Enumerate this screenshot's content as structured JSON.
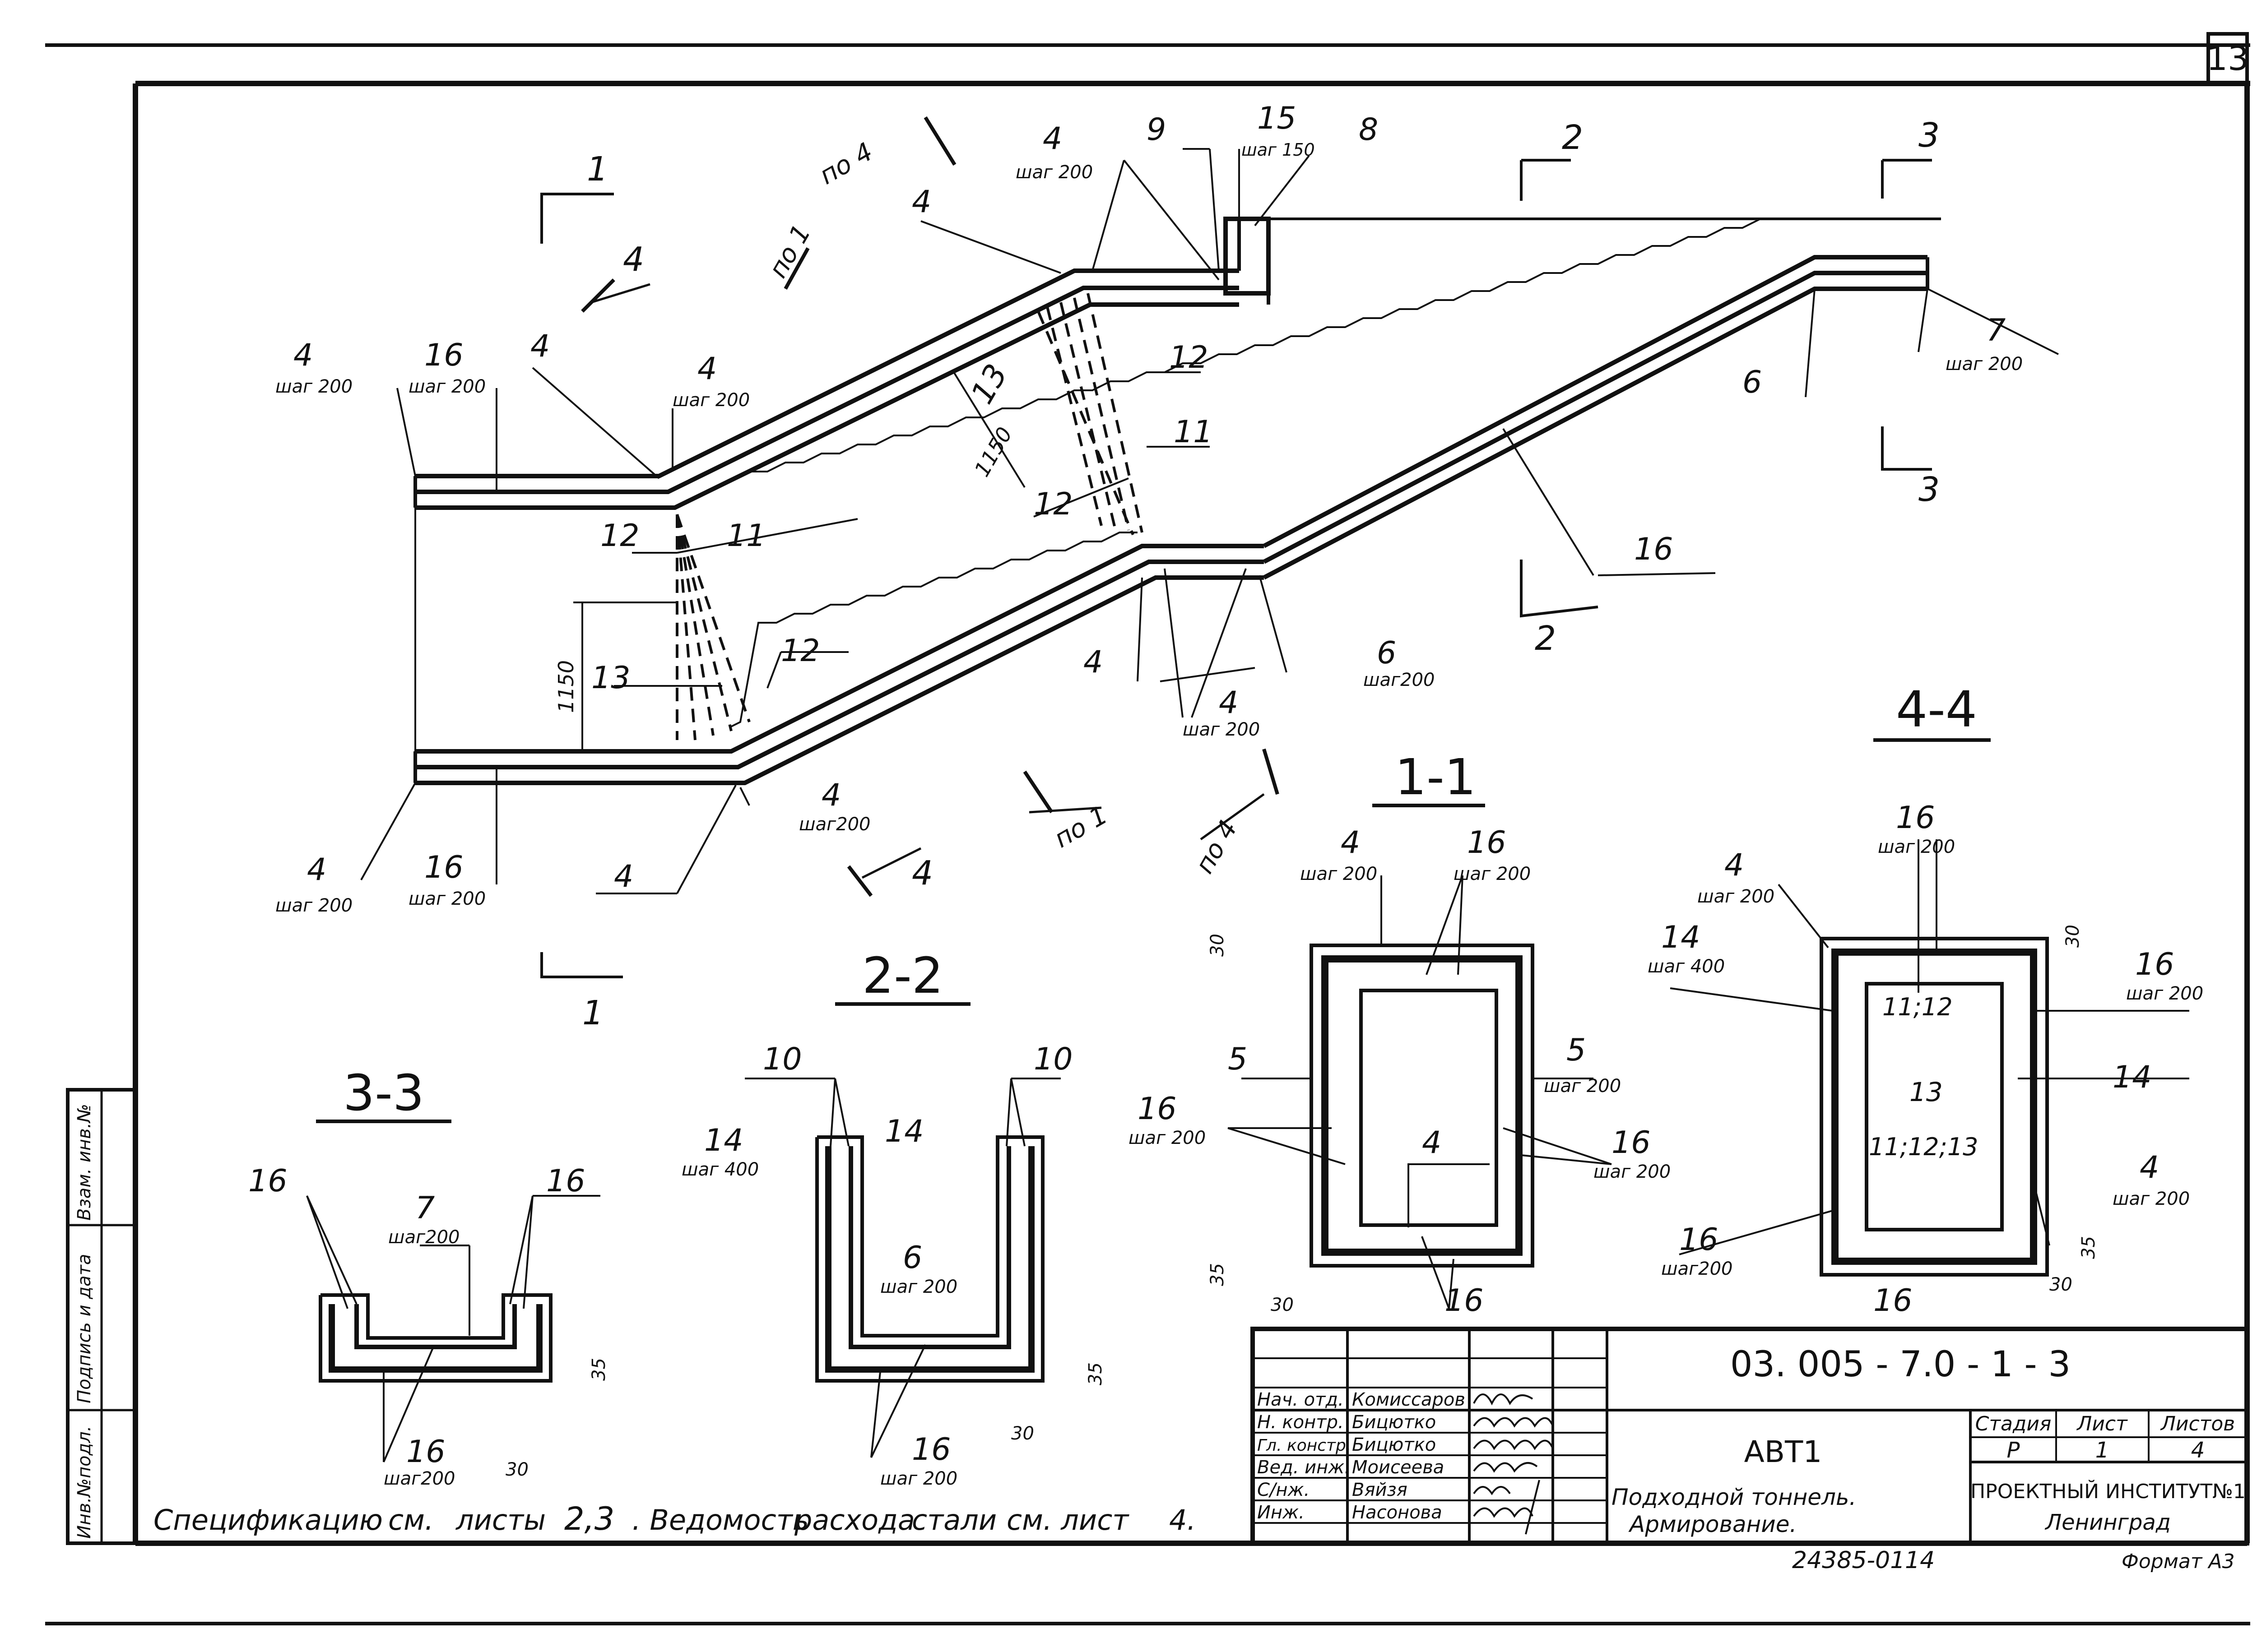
{
  "sheet_number": "13",
  "side_stamp": {
    "inv_podl": "Инв.№подл.",
    "podpis_data": "Подпись и дата",
    "vzam_inv": "Взам. инв.№"
  },
  "main_view": {
    "labels": {
      "po4_top": "по 4",
      "po1_top": "по 1",
      "po1_bottom": "по 1",
      "po4_bottom": "по 4",
      "sec1_top": "1",
      "sec1_bottom": "1",
      "sec2_top": "2",
      "sec2_bottom": "2",
      "sec3_top": "3",
      "sec3_bottom": "3",
      "sec4_left": "4",
      "sec4_bottom": "4",
      "pos4": "4",
      "pos6": "6",
      "pos7": "7",
      "pos8": "8",
      "pos9": "9",
      "pos11": "11",
      "pos12": "12",
      "pos13": "13",
      "pos15": "15",
      "pos16": "16",
      "step200": "шаг 200",
      "step150": "шаг 150",
      "step_200_alt": "шаг200",
      "dim1150": "1150"
    }
  },
  "section_titles": {
    "s11": "1-1",
    "s22": "2-2",
    "s33": "3-3",
    "s44": "4-4"
  },
  "section_labels": {
    "pos4": "4",
    "pos5": "5",
    "pos6": "6",
    "pos7": "7",
    "pos10": "10",
    "pos11_12": "11;12",
    "pos11_12_13": "11;12;13",
    "pos13": "13",
    "pos14": "14",
    "pos16": "16",
    "step200": "шаг 200",
    "step400": "шаг 400",
    "step_200_alt": "шаг200",
    "dim30": "30",
    "dim35": "35"
  },
  "note": {
    "p1": "Спецификацию",
    "p2": "см.",
    "p3": "листы",
    "p4": "2,3",
    "p5": ". Ведомость",
    "p6": "расхода",
    "p7": "стали",
    "p8": "см. лист",
    "p9": "4."
  },
  "title_block": {
    "code": "03. 005 - 7.0 - 1 - 3",
    "name": "АВТ1",
    "subtitle1": "Подходной   тоннель.",
    "subtitle2": "Армирование.",
    "stage_hdr": "Стадия",
    "sheet_hdr": "Лист",
    "sheets_hdr": "Листов",
    "stage": "Р",
    "sheet": "1",
    "sheets": "4",
    "org1": "ПРОЕКТНЫЙ   ИНСТИТУТ№1",
    "org2": "Ленинград",
    "roles": [
      "Нач. отд.",
      "Н. контр.",
      "Гл. констр.",
      "Вед. инж.",
      "С/нж.",
      "Инж."
    ],
    "names": [
      "Комиссаров",
      "Бицютко",
      "Бицютко",
      "Моисеева",
      "Вяйзя",
      "Насонова"
    ],
    "archive": "24385-01",
    "archive_num": "14",
    "format": "Формат А3"
  }
}
